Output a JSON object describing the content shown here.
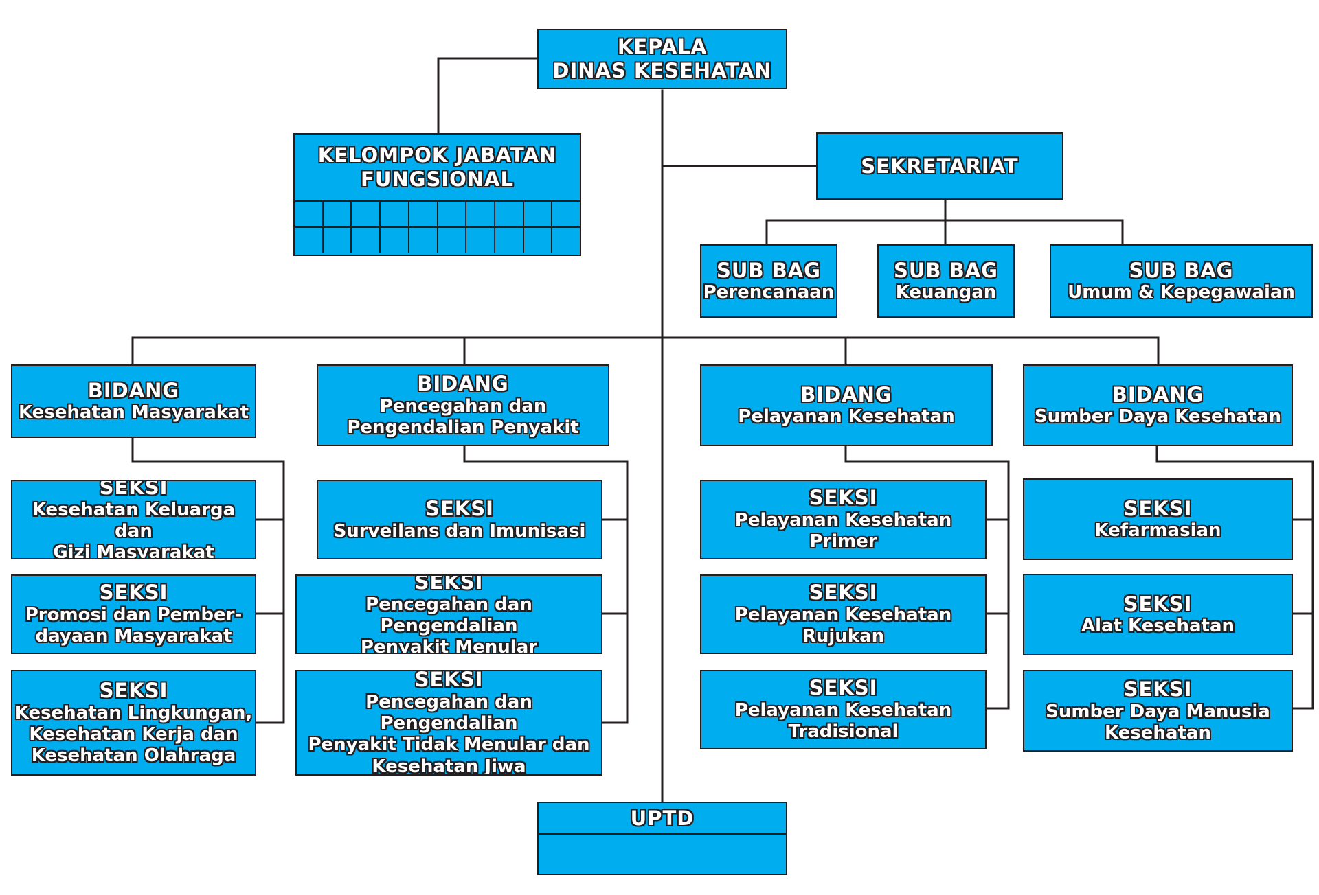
{
  "kepala": {
    "title1": "KEPALA",
    "title2": "DINAS KESEHATAN"
  },
  "kelompok": {
    "title1": "KELOMPOK JABATAN",
    "title2": "FUNGSIONAL"
  },
  "sekretariat": {
    "title": "SEKRETARIAT"
  },
  "subbag": [
    {
      "title": "SUB BAG",
      "sub": "Perencanaan"
    },
    {
      "title": "SUB BAG",
      "sub": "Keuangan"
    },
    {
      "title": "SUB BAG",
      "sub": "Umum & Kepegawaian"
    }
  ],
  "bidang": [
    {
      "title": "BIDANG",
      "sub": [
        "Kesehatan Masyarakat"
      ]
    },
    {
      "title": "BIDANG",
      "sub": [
        "Pencegahan dan",
        "Pengendalian Penyakit"
      ]
    },
    {
      "title": "BIDANG",
      "sub": [
        "Pelayanan Kesehatan"
      ]
    },
    {
      "title": "BIDANG",
      "sub": [
        "Sumber Daya Kesehatan"
      ]
    }
  ],
  "seksi": [
    [
      {
        "title": "SEKSI",
        "sub": [
          "Kesehatan Keluarga dan",
          "Gizi Masyarakat"
        ]
      },
      {
        "title": "SEKSI",
        "sub": [
          "Promosi dan Pember-",
          "dayaan Masyarakat"
        ]
      },
      {
        "title": "SEKSI",
        "sub": [
          "Kesehatan Lingkungan,",
          "Kesehatan Kerja dan",
          "Kesehatan Olahraga"
        ]
      }
    ],
    [
      {
        "title": "SEKSI",
        "sub": [
          "Surveilans dan Imunisasi"
        ]
      },
      {
        "title": "SEKSI",
        "sub": [
          "Pencegahan dan Pengendalian",
          "Penyakit Menular"
        ]
      },
      {
        "title": "SEKSI",
        "sub": [
          "Pencegahan dan Pengendalian",
          "Penyakit Tidak Menular dan",
          "Kesehatan Jiwa"
        ]
      }
    ],
    [
      {
        "title": "SEKSI",
        "sub": [
          "Pelayanan Kesehatan",
          "Primer"
        ]
      },
      {
        "title": "SEKSI",
        "sub": [
          "Pelayanan Kesehatan",
          "Rujukan"
        ]
      },
      {
        "title": "SEKSI",
        "sub": [
          "Pelayanan Kesehatan",
          "Tradisional"
        ]
      }
    ],
    [
      {
        "title": "SEKSI",
        "sub": [
          "Kefarmasian"
        ]
      },
      {
        "title": "SEKSI",
        "sub": [
          "Alat Kesehatan"
        ]
      },
      {
        "title": "SEKSI",
        "sub": [
          "Sumber Daya Manusia",
          "Kesehatan"
        ]
      }
    ]
  ],
  "uptd": {
    "title": "UPTD"
  },
  "colors": {
    "box_fill": "#00adef",
    "line": "#231f20",
    "text": "#ffffff"
  }
}
